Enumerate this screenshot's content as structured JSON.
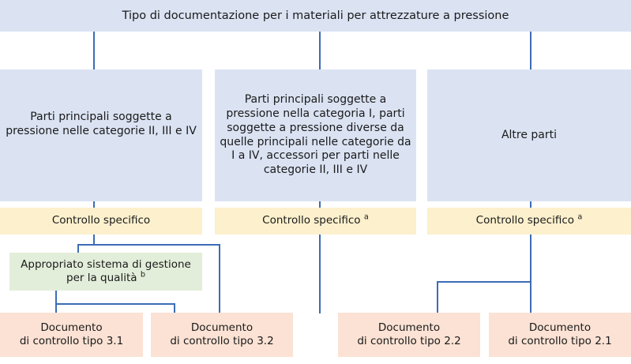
{
  "diagram": {
    "type": "flowchart",
    "title_box": {
      "label": "Tipo di documentazione per i materiali per attrezzature a pressione",
      "color": "#dbe3f3"
    },
    "category_boxes": [
      {
        "id": "cat-left",
        "label": "Parti principali soggette a pressione nelle categorie II, III e IV",
        "color": "#dbe3f3"
      },
      {
        "id": "cat-middle",
        "label": "Parti principali soggette a pressione nella categoria I, parti soggette a pressione diverse da quelle principali nelle categorie da I a IV, accessori per parti nelle categorie II, III e IV",
        "color": "#dbe3f3"
      },
      {
        "id": "cat-right",
        "label": "Altre parti",
        "color": "#dbe3f3"
      }
    ],
    "control_boxes": [
      {
        "id": "ctrl-left",
        "label": "Controllo specifico",
        "footnote": "",
        "color": "#fcf0cd"
      },
      {
        "id": "ctrl-middle",
        "label": "Controllo specifico",
        "footnote": "a",
        "color": "#fcf0cd"
      },
      {
        "id": "ctrl-right",
        "label": "Controllo specifico",
        "footnote": "a",
        "color": "#fcf0cd"
      }
    ],
    "quality_box": {
      "id": "quality-system",
      "label": "Appropriato sistema di gestione per la qualità",
      "footnote": "b",
      "color": "#e3eeda"
    },
    "document_boxes": [
      {
        "id": "doc-31",
        "line1": "Documento",
        "line2": "di controllo tipo 3.1",
        "color": "#fbe2d4"
      },
      {
        "id": "doc-32",
        "line1": "Documento",
        "line2": "di controllo tipo 3.2",
        "color": "#fbe2d4"
      },
      {
        "id": "doc-22",
        "line1": "Documento",
        "line2": "di controllo tipo 2.2",
        "color": "#fbe2d4"
      },
      {
        "id": "doc-21",
        "line1": "Documento",
        "line2": "di controllo tipo 2.1",
        "color": "#fbe2d4"
      }
    ],
    "connector_color": "#3d6cb5"
  }
}
